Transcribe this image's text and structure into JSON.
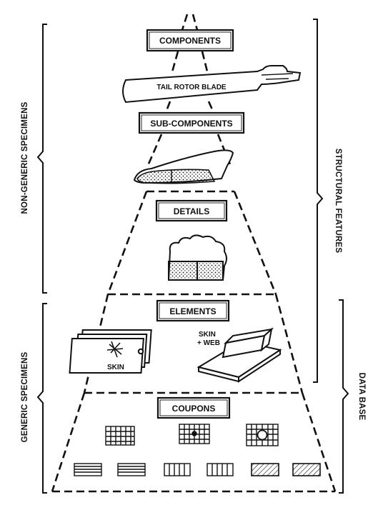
{
  "levels": {
    "components": "COMPONENTS",
    "sub_components": "SUB-COMPONENTS",
    "details": "DETAILS",
    "elements": "ELEMENTS",
    "coupons": "COUPONS"
  },
  "illustrations": {
    "tail_rotor_blade": "TAIL ROTOR BLADE",
    "skin": "SKIN",
    "skin_web_line1": "SKIN",
    "skin_web_line2": "+ WEB"
  },
  "brackets": {
    "non_generic": "NON-GENERIC SPECIMENS",
    "generic": "GENERIC SPECIMENS",
    "structural_features": "STRUCTURAL FEATURES",
    "data_base": "DATA BASE"
  },
  "colors": {
    "ink": "#111111",
    "paper": "#ffffff"
  }
}
